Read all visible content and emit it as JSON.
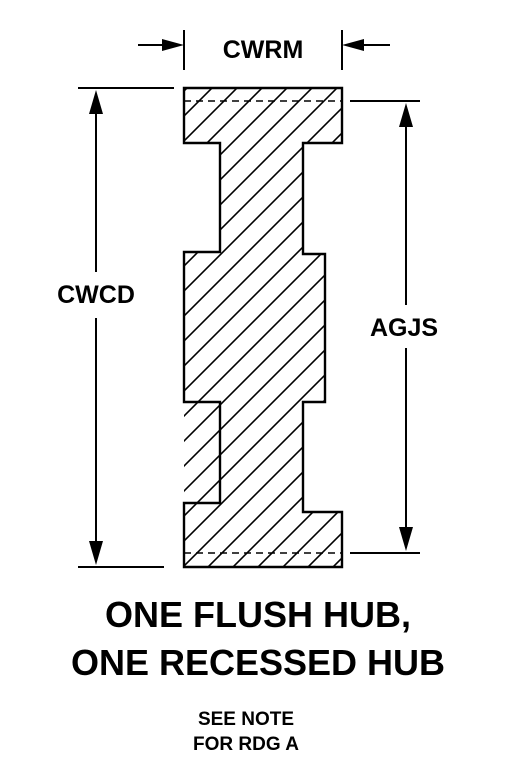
{
  "dimensions": {
    "width_label": "CWRM",
    "overall_diameter_label": "CWCD",
    "hub_diameter_label": "AGJS"
  },
  "title": {
    "line1": "ONE FLUSH HUB,",
    "line2": "ONE RECESSED HUB"
  },
  "note": {
    "line1": "SEE NOTE",
    "line2": "FOR RDG A"
  },
  "colors": {
    "ink": "#000000",
    "background": "#ffffff"
  }
}
